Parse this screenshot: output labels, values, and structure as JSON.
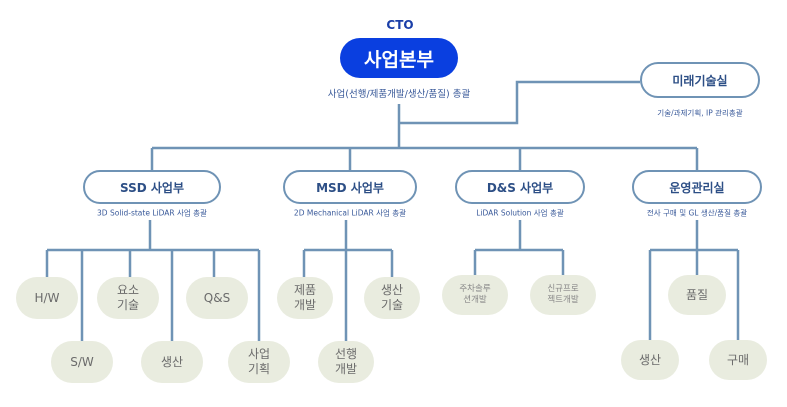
{
  "top": {
    "label": "CTO",
    "title": "사업본부",
    "description": "사업(선행/제품개발/생산/품질) 총괄"
  },
  "future_lab": {
    "title": "미래기술실",
    "description": "기술/과제기획, IP 관리총괄"
  },
  "divisions": [
    {
      "title": "SSD 사업부",
      "description": "3D Solid-state LiDAR 사업 총괄",
      "teams": [
        "H/W",
        "S/W",
        "요소\n기술",
        "생산",
        "Q&S",
        "사업\n기획"
      ]
    },
    {
      "title": "MSD 사업부",
      "description": "2D Mechanical LiDAR 사업 총괄",
      "teams": [
        "제품\n개발",
        "선행\n개발",
        "생산\n기술"
      ]
    },
    {
      "title": "D&S 사업부",
      "description": "LiDAR Solution 사업 총괄",
      "teams": [
        "주차솔루\n션개발",
        "신규프로\n젝트개발"
      ]
    },
    {
      "title": "운영관리실",
      "description": "전사 구매 및 GL 생산/품질 총괄",
      "teams": [
        "품질",
        "생산",
        "구매"
      ]
    }
  ],
  "colors": {
    "main": "#0a3fe0",
    "line": "#6f93b5",
    "leaf": "#e9ecdf"
  }
}
